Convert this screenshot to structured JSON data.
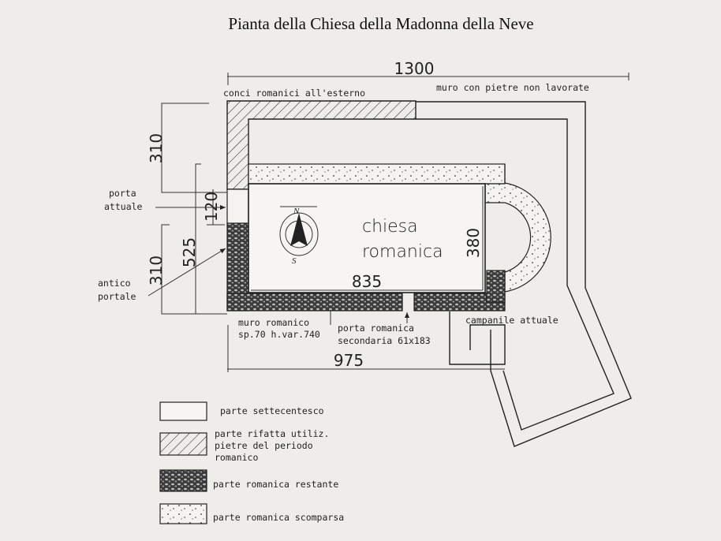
{
  "title": "Pianta della Chiesa della Madonna della Neve",
  "plan": {
    "church_label_1": "chiesa",
    "church_label_2": "romanica",
    "compass_north": "N",
    "compass_south": "S",
    "labels": {
      "conci": "conci romanici all'esterno",
      "muro_pietre": "muro con pietre non lavorate",
      "porta_attuale_1": "porta",
      "porta_attuale_2": "attuale",
      "antico_portale_1": "antico",
      "antico_portale_2": "portale",
      "muro_romanico_1": "muro romanico",
      "muro_romanico_2": "sp.70 h.var.740",
      "porta_romanica_1": "porta romanica",
      "porta_romanica_2": "secondaria 61x183",
      "campanile": "campanile attuale"
    },
    "dimensions": {
      "total_length": "1300",
      "church_length_outer": "975",
      "church_length_inner": "835",
      "church_width": "380",
      "left_top": "310",
      "left_total": "525",
      "door": "120",
      "left_bottom": "310"
    }
  },
  "legend": [
    {
      "pattern": "empty",
      "label": "parte settecentesco"
    },
    {
      "pattern": "hatched",
      "label_lines": [
        "parte rifatta utiliz.",
        "pietre del periodo",
        "romanico"
      ]
    },
    {
      "pattern": "dark-stones",
      "label": "parte romanica restante"
    },
    {
      "pattern": "dotted",
      "label": "parte romanica scomparsa"
    }
  ]
}
